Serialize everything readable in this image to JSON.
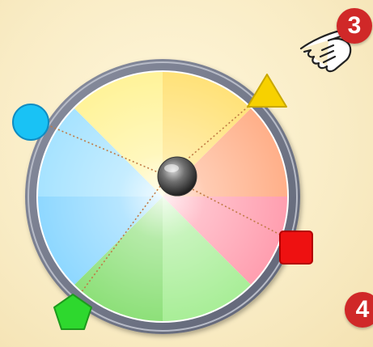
{
  "steps": {
    "step_3": "3",
    "step_4": "4"
  },
  "colors": {
    "background": "#fbefc8",
    "badge": "#d02828",
    "ring": "#6f7485",
    "ring_light": "#a4a8b6",
    "guide_line": "#c07a45",
    "knob": "#444444"
  },
  "wheel": {
    "hues": [
      "#ffe27a",
      "#ffb08a",
      "#ff9fb0",
      "#a9ee98",
      "#8ee07a",
      "#8fd8ff",
      "#a7e3ff",
      "#fff39a"
    ],
    "handles": [
      {
        "name": "circle-handle",
        "shape": "circle",
        "color": "#19c2f5",
        "direction": "upper-left"
      },
      {
        "name": "triangle-handle",
        "shape": "triangle",
        "color": "#f7d100",
        "direction": "upper-right"
      },
      {
        "name": "square-handle",
        "shape": "square",
        "color": "#ee1111",
        "direction": "lower-right"
      },
      {
        "name": "pentagon-handle",
        "shape": "pentagon",
        "color": "#2ed82e",
        "direction": "lower-left"
      }
    ]
  }
}
